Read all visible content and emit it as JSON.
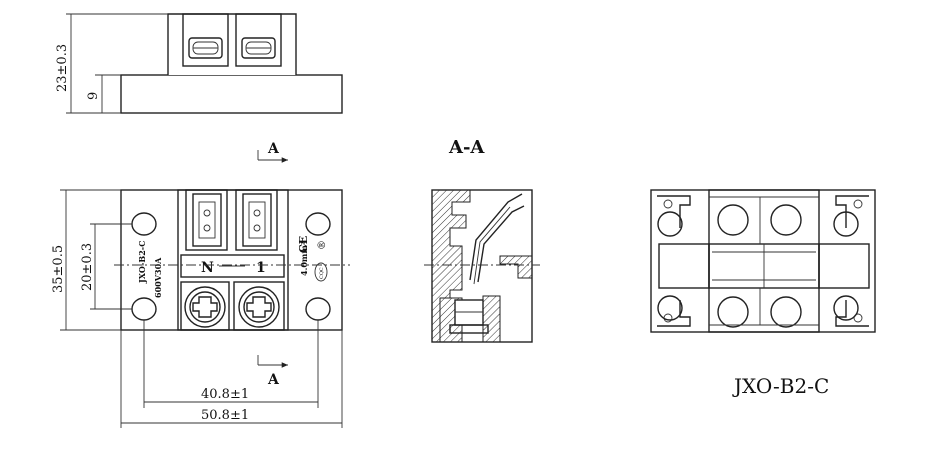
{
  "top_view": {
    "dim_height": "23±0.3",
    "dim_base": "9"
  },
  "front_view": {
    "section_label_top": "A",
    "section_label_bottom": "A",
    "dim_height": "35±0.5",
    "dim_hole_spacing_v": "20±0.3",
    "dim_hole_spacing_h": "40.8±1",
    "dim_width": "50.8±1",
    "terminal_label_left": "N",
    "terminal_label_right": "1",
    "model_text": "JXO-B2-C",
    "current_text": "30A",
    "voltage_text": "600V",
    "wire_text": "4.0mm²",
    "cert_mark_ce": "CE",
    "cert_mark_round": "®",
    "cert_mark_oval": "CQC"
  },
  "section_view": {
    "title": "A-A"
  },
  "bottom_view": {
    "caption": "JXO-B2-C"
  },
  "colors": {
    "line": "#222222",
    "background": "#ffffff"
  }
}
